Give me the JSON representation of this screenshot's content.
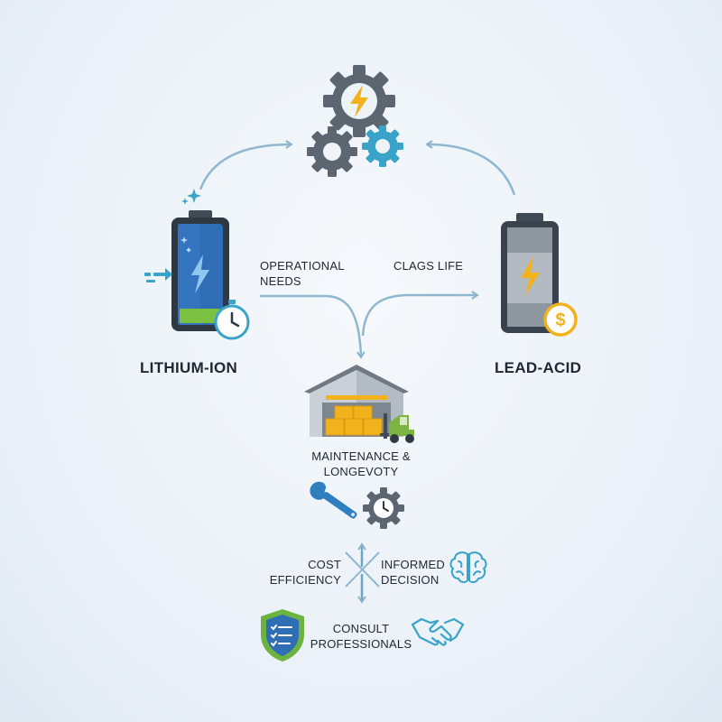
{
  "labels": {
    "lithium": "LITHIUM-ION",
    "lead": "LEAD-ACID",
    "operational_line1": "OPERATIONAL",
    "operational_line2": "NEEDS",
    "clags": "CLAGS LIFE",
    "maintenance_line1": "MAINTENANCE &",
    "maintenance_line2": "LONGEVOTY",
    "cost_line1": "COST",
    "cost_line2": "EFFICIENCY",
    "informed_line1": "INFORMED",
    "informed_line2": "DECISION",
    "consult_line1": "CONSULT",
    "consult_line2": "PROFESSIONALS"
  },
  "icons": {
    "top": "gears-lightning-icon",
    "lithium": "lithium-battery-icon",
    "lead": "lead-acid-battery-icon",
    "warehouse": "warehouse-forklift-icon",
    "tools": "wrench-gear-clock-icon",
    "brain": "brain-icon",
    "shield": "shield-checklist-icon",
    "handshake": "handshake-icon"
  },
  "colors": {
    "background": "#eef3f8",
    "arrow": "#8bb3cc",
    "accent_blue": "#3aa3c9",
    "lightning": "#f2b21b",
    "lithium_body": "#2f6db5",
    "lithium_charge": "#7cc242",
    "gear_dark": "#5c6670",
    "forklift_green": "#7cb342",
    "shield_green": "#6cb33f"
  }
}
